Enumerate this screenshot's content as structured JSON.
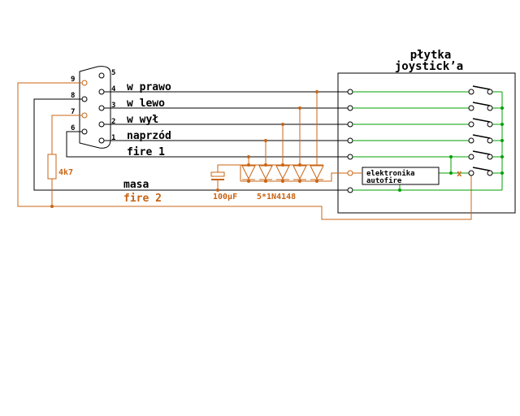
{
  "board": {
    "title_line1": "płytka",
    "title_line2": "joystick’a"
  },
  "connector": {
    "pins": [
      "1",
      "2",
      "3",
      "4",
      "5",
      "6",
      "7",
      "8",
      "9"
    ]
  },
  "signals": {
    "right": "w prawo",
    "left": "w lewo",
    "down": "w wył",
    "up": "naprzód",
    "fire1": "fire 1",
    "ground": "masa",
    "fire2": "fire 2"
  },
  "components": {
    "resistor": "4k7",
    "capacitor": "100µF",
    "diodes": "5*1N4148",
    "autofire_line1": "elektronika",
    "autofire_line2": "autofire",
    "cut_mark": "x"
  },
  "colors": {
    "wire": "#000000",
    "orange": "#c86414",
    "green": "#00a000"
  }
}
